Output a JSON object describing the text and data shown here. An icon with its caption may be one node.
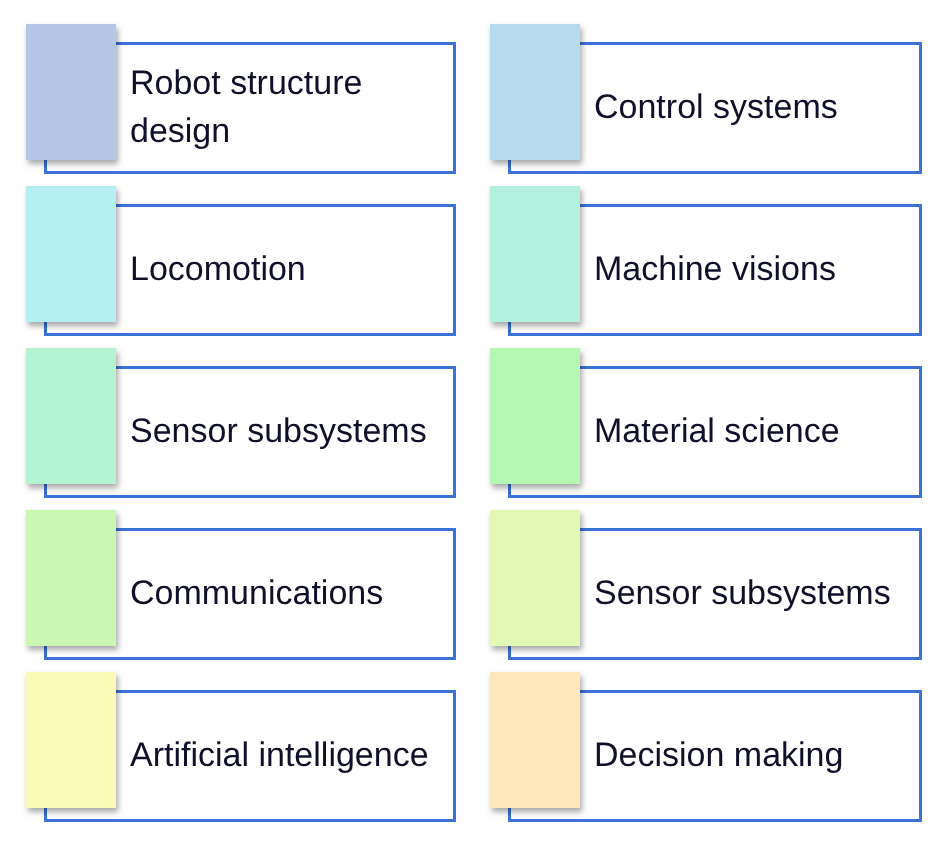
{
  "diagram": {
    "nodes": [
      {
        "text": [
          "Robot structure design"
        ]
      },
      {
        "text": [
          "Control systems"
        ]
      },
      {
        "text": [
          "Locomotion"
        ]
      },
      {
        "text": [
          "Machine visions"
        ]
      },
      {
        "text": [
          "Sensor subsystems"
        ]
      },
      {
        "text": [
          "Material science"
        ]
      },
      {
        "text": [
          "Communications"
        ]
      },
      {
        "text": [
          "Sensor subsystems"
        ]
      },
      {
        "text": [
          "Artificial intelligence"
        ]
      },
      {
        "text": [
          "Decision making"
        ]
      }
    ]
  }
}
